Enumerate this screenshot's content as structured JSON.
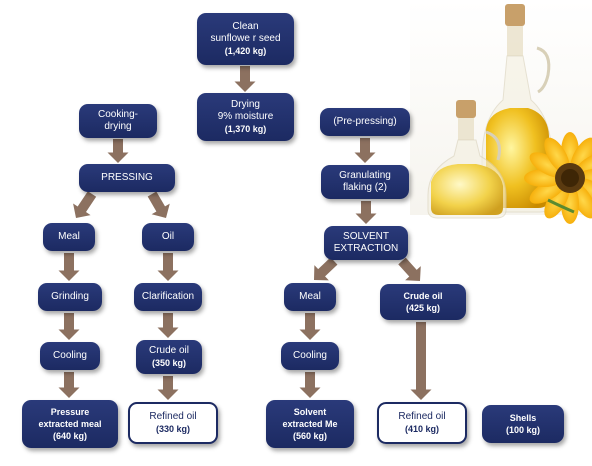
{
  "colors": {
    "node_fill": "#1c2a62",
    "node_text": "#ffffff",
    "arrow": "#8c7160",
    "light_node_border": "#1c2a62"
  },
  "image": {
    "description": "oil-bottles-with-sunflower-photo"
  },
  "nodes": {
    "clean_seed": {
      "l1": "Clean",
      "l2": "sunflowe r seed",
      "l3": "(1,420 kg)"
    },
    "drying": {
      "l1": "Drying",
      "l2": "9% moisture",
      "l3": "(1,370 kg)"
    },
    "cooking_drying": {
      "l1": "Cooking-",
      "l2": "drying"
    },
    "pressing": {
      "l1": "PRESSING"
    },
    "meal_left": {
      "l1": "Meal"
    },
    "oil_left": {
      "l1": "Oil"
    },
    "grinding": {
      "l1": "Grinding"
    },
    "clarification": {
      "l1": "Clarification"
    },
    "cooling_left": {
      "l1": "Cooling"
    },
    "crude_oil_left": {
      "l1": "Crude oil",
      "l2": "(350 kg)"
    },
    "pressure_meal": {
      "l1": "Pressure",
      "l2": "extracted meal",
      "l3": "(640 kg)"
    },
    "refined_oil_left": {
      "l1": "Refined oil",
      "l2": "(330 kg)"
    },
    "pre_pressing": {
      "l1": "(Pre-pressing)"
    },
    "granulating": {
      "l1": "Granulating",
      "l2": "flaking (2)"
    },
    "solvent_extraction": {
      "l1": "SOLVENT",
      "l2": "EXTRACTION"
    },
    "meal_right": {
      "l1": "Meal"
    },
    "crude_oil_right": {
      "l1": "Crude oil",
      "l2": "(425 kg)"
    },
    "cooling_right": {
      "l1": "Cooling"
    },
    "solvent_meal": {
      "l1": "Solvent",
      "l2": "extracted Me",
      "l3": "(560 kg)"
    },
    "refined_oil_right": {
      "l1": "Refined oil",
      "l2": "(410 kg)"
    },
    "shells": {
      "l1": "Shells",
      "l2": "(100 kg)"
    }
  }
}
